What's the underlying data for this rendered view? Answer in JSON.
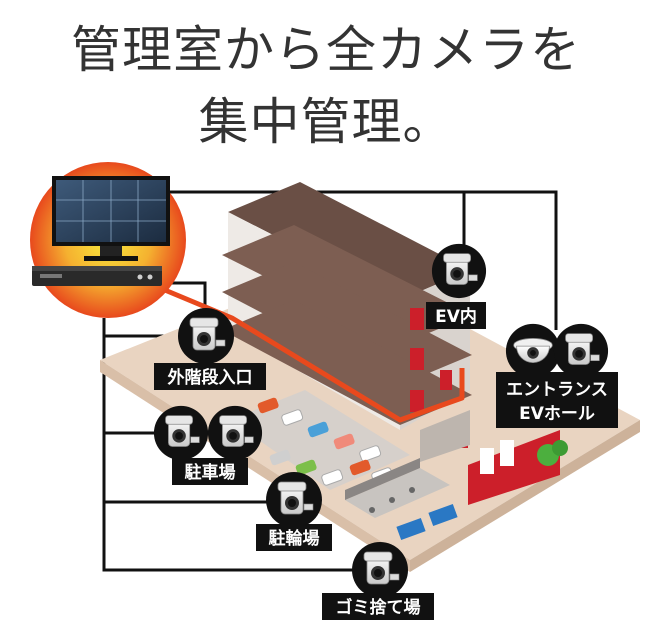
{
  "headline": {
    "line1": "管理室から全カメラを",
    "line2": "集中管理。"
  },
  "labels": {
    "ev": "EV内",
    "stairs": "外階段入口",
    "entrance_line1": "エントランス",
    "entrance_line2": "EVホール",
    "parking": "駐車場",
    "bicycle": "駐輪場",
    "garbage": "ゴミ捨て場"
  },
  "icons": {
    "monitor": "monitor-icon",
    "recorder": "recorder-icon",
    "bullet_camera": "bullet-camera-icon",
    "dome_camera": "dome-camera-icon"
  },
  "colors": {
    "cable": "#111111",
    "signal_line": "#e8491d",
    "label_bg": "#111111",
    "window_red": "#cc1f2a",
    "ground": "#e9d4c1",
    "glow_center": "#f5e23a",
    "glow_edge": "#e8491d"
  }
}
